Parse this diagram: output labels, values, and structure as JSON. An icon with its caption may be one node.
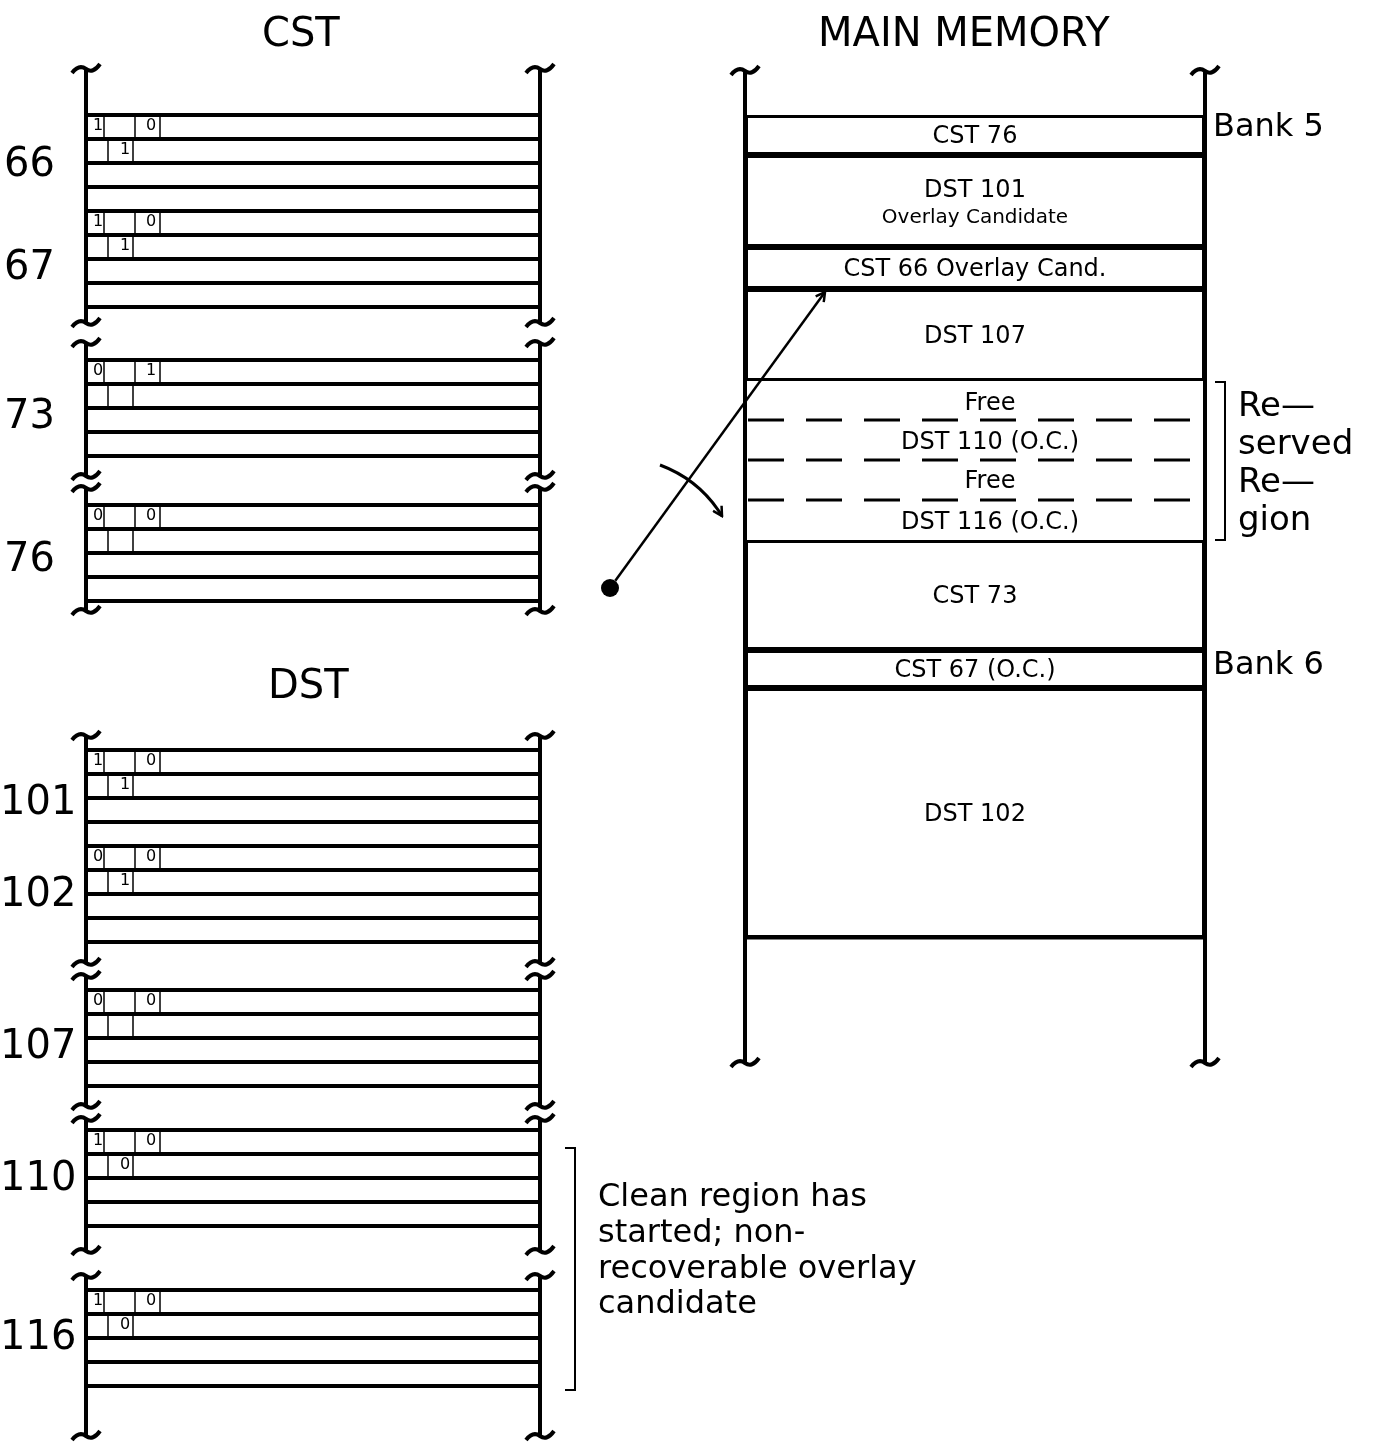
{
  "diagram": {
    "nodes": [
      {
        "text": [
          "CST 76"
        ]
      },
      {
        "text": [
          "DST 101",
          "Overlay Candidate"
        ]
      },
      {
        "text": [
          "CST 66 Overlay Cand."
        ]
      },
      {
        "text": [
          "DST 107"
        ]
      },
      {
        "text": [
          "Free"
        ]
      },
      {
        "text": [
          "DST 110 (O.C.)"
        ]
      },
      {
        "text": [
          "Free"
        ]
      },
      {
        "text": [
          "DST 116 (O.C.)"
        ]
      },
      {
        "text": [],
        "shape": "circle"
      },
      {
        "text": [
          "CST 73"
        ]
      },
      {
        "text": [
          "CST 67 (O.C.)"
        ]
      },
      {
        "text": [
          "DST 102"
        ]
      }
    ],
    "edges": [
      {
        "from": 8,
        "to": 3,
        "arrow": "to"
      }
    ],
    "labels": [
      "CST",
      "MAIN MEMORY",
      "Bank 5",
      "66",
      "1",
      "0",
      "1",
      "67",
      "1",
      "0",
      "1",
      "Re— served Re— gion",
      "73",
      "0",
      "1",
      "76",
      "0",
      "0",
      "Bank 6",
      "DST",
      "101",
      "1",
      "0",
      "1",
      "102",
      "0",
      "0",
      "1",
      "107",
      "0",
      "0",
      "110",
      "1",
      "0",
      "0",
      "Clean region has started; non-recoverable overlay candidate",
      "116",
      "1",
      "0",
      "0"
    ]
  }
}
